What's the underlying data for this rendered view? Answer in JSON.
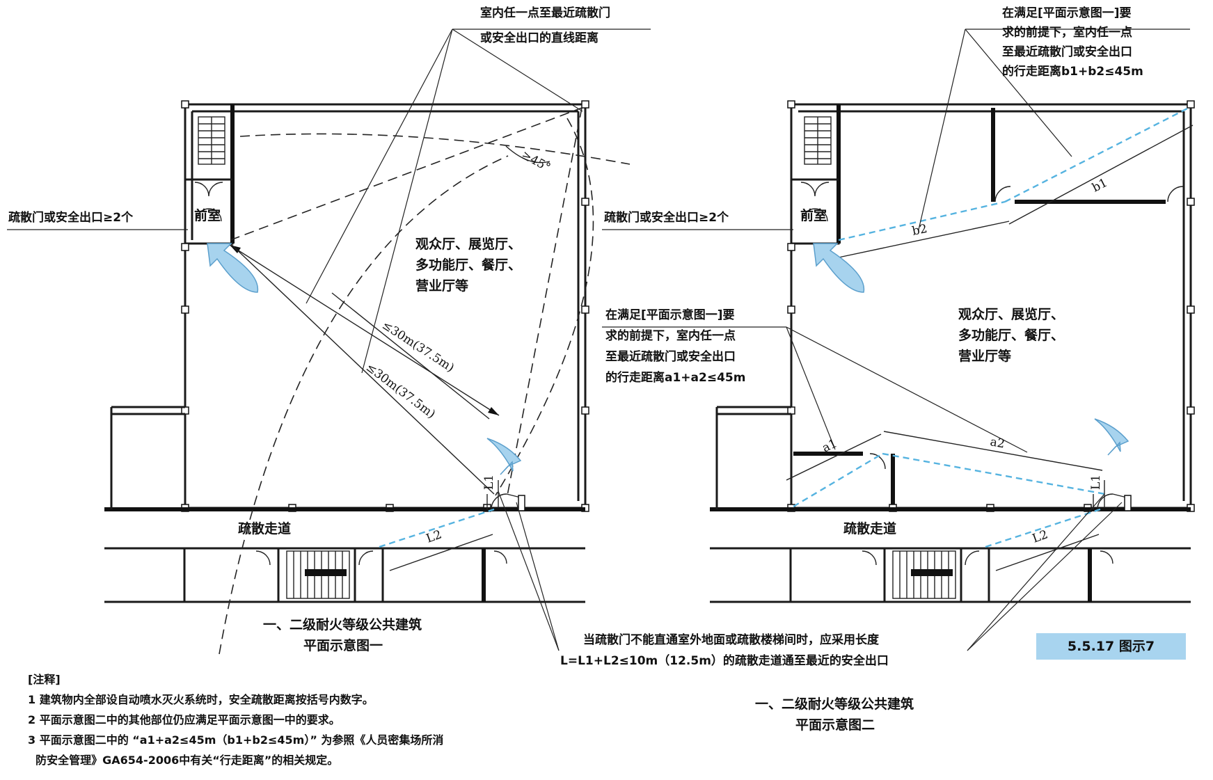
{
  "left_plan": {
    "header_label_1": "室内任一点至最近疏散门",
    "header_label_2": "或安全出口的直线距离",
    "exits_label": "疏散门或安全出口≥2个",
    "anteroom": "前室",
    "angle": "≥45°",
    "hall_1": "观众厅、展览厅、",
    "hall_2": "多功能厅、餐厅、",
    "hall_3": "营业厅等",
    "dim_1": "≤30m(37.5m)",
    "dim_2": "≤30m(37.5m)",
    "l1": "L1",
    "l2": "L2",
    "corridor": "疏散走道",
    "title_1": "一、二级耐火等级公共建筑",
    "title_2": "平面示意图一"
  },
  "right_plan": {
    "top_note_1": "在满足[平面示意图一]要",
    "top_note_2": "求的前提下，室内任一点",
    "top_note_3": "至最近疏散门或安全出口",
    "top_note_4": "的行走距离b1+b2≤45m",
    "exits_label": "疏散门或安全出口≥2个",
    "anteroom": "前室",
    "b1": "b1",
    "b2": "b2",
    "mid_note_1": "在满足[平面示意图一]要",
    "mid_note_2": "求的前提下，室内任一点",
    "mid_note_3": "至最近疏散门或安全出口",
    "mid_note_4": "的行走距离a1+a2≤45m",
    "hall_1": "观众厅、展览厅、",
    "hall_2": "多功能厅、餐厅、",
    "hall_3": "营业厅等",
    "a1": "a1",
    "a2": "a2",
    "l1": "L1",
    "l2": "L2",
    "corridor": "疏散走道",
    "title_1": "一、二级耐火等级公共建筑",
    "title_2": "平面示意图二"
  },
  "corridor_note_1": "当疏散门不能直通室外地面或疏散楼梯间时，应采用长度",
  "corridor_note_2": "L=L1+L2≤10m（12.5m）的疏散走道通至最近的安全出口",
  "figure_badge": "5.5.17 图示7",
  "notes": {
    "heading": "[注释]",
    "items": [
      "1 建筑物内全部设自动喷水灭火系统时，安全疏散距离按括号内数字。",
      "2 平面示意图二中的其他部位仍应满足平面示意图一中的要求。",
      "3 平面示意图二中的 “a1+a2≤45m（b1+b2≤45m）” 为参照《人员密集场所消",
      "  防安全管理》GA654-2006中有关“行走距离”的相关规定。"
    ]
  },
  "colors": {
    "accent_blue": "#55b3e0",
    "badge_blue": "#a8d4ef",
    "wall": "#1a1a1a"
  }
}
